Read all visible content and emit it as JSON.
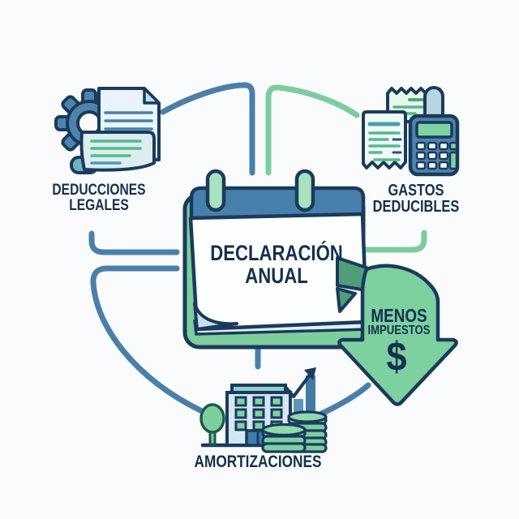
{
  "title": "Declaración Anual infografía",
  "palette": {
    "navy_outline": "#1b3a5c",
    "text_navy": "#14304e",
    "steel_blue": "#4a80a8",
    "green": "#7dd0a0",
    "dark_green": "#4f9e77",
    "light_green": "#a9e2bf",
    "teal": "#4a9fae",
    "light_blue_fill": "#d9edf3",
    "background": "#fafbfc"
  },
  "center_node": {
    "label": "DECLARACIÓN\nANUAL",
    "icon": "calendar-icon"
  },
  "nodes": [
    {
      "id": "deducciones-legales",
      "label": "DEDUCCIONES\nLEGALES",
      "icon": "gear-documents-icon",
      "position": "top-left"
    },
    {
      "id": "gastos-deducibles",
      "label": "GASTOS\nDEDUCIBLES",
      "icon": "receipt-calculator-icon",
      "position": "top-right"
    },
    {
      "id": "amortizaciones",
      "label": "AMORTIZACIONES",
      "icon": "building-growth-coins-icon",
      "position": "bottom"
    }
  ],
  "result_node": {
    "id": "menos-impuestos",
    "line1": "MENOS",
    "line2": "IMPUESTOS",
    "symbol": "$",
    "icon": "down-arrow-icon"
  }
}
